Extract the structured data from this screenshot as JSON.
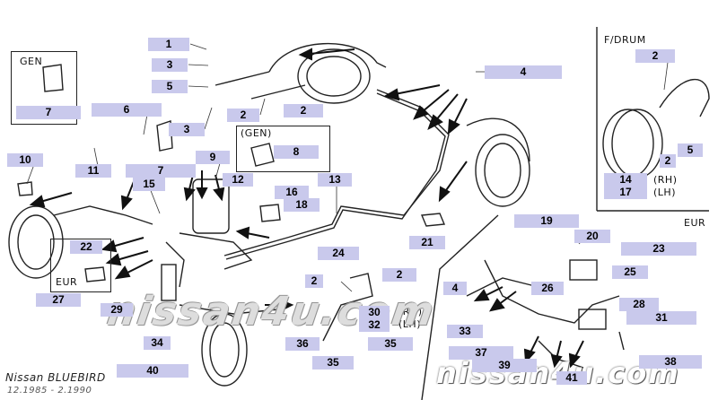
{
  "labels": {
    "gen_top": "GEN",
    "gen_box": "(GEN)",
    "f_drum": "F/DRUM",
    "rh1": "(RH)",
    "lh1": "(LH)",
    "eur": "EUR",
    "eur_inset": "EUR",
    "rh2": "(RH)",
    "lh2": "(LH)"
  },
  "footer": {
    "model": "Nissan BLUEBIRD",
    "dates": "12.1985 - 2.1990"
  },
  "watermarks": {
    "center": "nissan4u.com",
    "bottom": "nissan4u.com"
  },
  "callouts": [
    {
      "id": "c1",
      "text": "1"
    },
    {
      "id": "c3a",
      "text": "3"
    },
    {
      "id": "c5a",
      "text": "5"
    },
    {
      "id": "c7a",
      "text": "7"
    },
    {
      "id": "c6",
      "text": "6"
    },
    {
      "id": "c3b",
      "text": "3"
    },
    {
      "id": "c2a",
      "text": "2"
    },
    {
      "id": "c2b",
      "text": "2"
    },
    {
      "id": "c4a",
      "text": "4"
    },
    {
      "id": "c8",
      "text": "8"
    },
    {
      "id": "c7b",
      "text": "7"
    },
    {
      "id": "c10",
      "text": "10"
    },
    {
      "id": "c11",
      "text": "11"
    },
    {
      "id": "c9",
      "text": "9"
    },
    {
      "id": "c15",
      "text": "15"
    },
    {
      "id": "c12",
      "text": "12"
    },
    {
      "id": "c16",
      "text": "16"
    },
    {
      "id": "c13",
      "text": "13"
    },
    {
      "id": "c18",
      "text": "18"
    },
    {
      "id": "c2c",
      "text": "2"
    },
    {
      "id": "c5b",
      "text": "5"
    },
    {
      "id": "c2d",
      "text": "2"
    },
    {
      "id": "c14",
      "text": "14"
    },
    {
      "id": "c17",
      "text": "17"
    },
    {
      "id": "c22",
      "text": "22"
    },
    {
      "id": "c21",
      "text": "21"
    },
    {
      "id": "c19",
      "text": "19"
    },
    {
      "id": "c20",
      "text": "20"
    },
    {
      "id": "c23",
      "text": "23"
    },
    {
      "id": "c24",
      "text": "24"
    },
    {
      "id": "c25",
      "text": "25"
    },
    {
      "id": "c27",
      "text": "27"
    },
    {
      "id": "c29",
      "text": "29"
    },
    {
      "id": "c2e",
      "text": "2"
    },
    {
      "id": "c2f",
      "text": "2"
    },
    {
      "id": "c4b",
      "text": "4"
    },
    {
      "id": "c26",
      "text": "26"
    },
    {
      "id": "c28",
      "text": "28"
    },
    {
      "id": "c30",
      "text": "30"
    },
    {
      "id": "c32",
      "text": "32"
    },
    {
      "id": "c31",
      "text": "31"
    },
    {
      "id": "c34",
      "text": "34"
    },
    {
      "id": "c33",
      "text": "33"
    },
    {
      "id": "c36",
      "text": "36"
    },
    {
      "id": "c35",
      "text": "35"
    },
    {
      "id": "c37",
      "text": "37"
    },
    {
      "id": "c35b",
      "text": "35"
    },
    {
      "id": "c39",
      "text": "39"
    },
    {
      "id": "c38",
      "text": "38"
    },
    {
      "id": "c40",
      "text": "40"
    },
    {
      "id": "c41",
      "text": "41"
    }
  ]
}
